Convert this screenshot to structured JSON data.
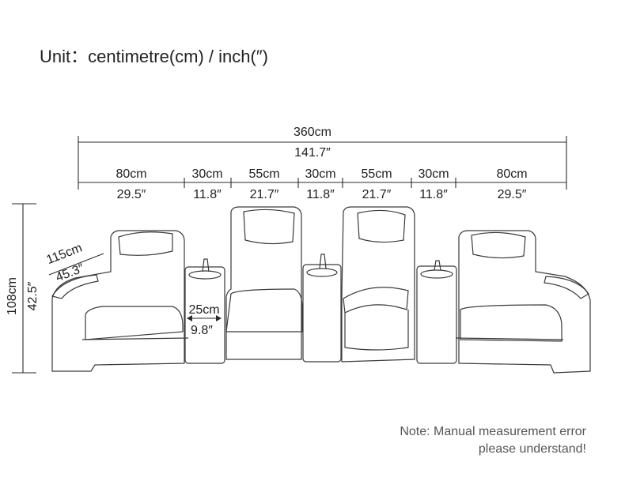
{
  "unit_label": "Unit：centimetre(cm) / inch(″)",
  "overall_width": {
    "cm": "360cm",
    "inch": "141.7″"
  },
  "segments": [
    {
      "name": "seat",
      "cm": "80cm",
      "inch": "29.5″"
    },
    {
      "name": "console",
      "cm": "30cm",
      "inch": "11.8″"
    },
    {
      "name": "seat",
      "cm": "55cm",
      "inch": "21.7″"
    },
    {
      "name": "console",
      "cm": "30cm",
      "inch": "11.8″"
    },
    {
      "name": "seat",
      "cm": "55cm",
      "inch": "21.7″"
    },
    {
      "name": "console",
      "cm": "30cm",
      "inch": "11.8″"
    },
    {
      "name": "seat",
      "cm": "80cm",
      "inch": "29.5″"
    }
  ],
  "height": {
    "cm": "108cm",
    "inch": "42.5″"
  },
  "depth": {
    "cm": "115cm",
    "inch": "45.3″"
  },
  "armrest": {
    "cm": "25cm",
    "inch": "9.8″"
  },
  "note": {
    "line1": "Note: Manual measurement error",
    "line2": "please understand!"
  }
}
